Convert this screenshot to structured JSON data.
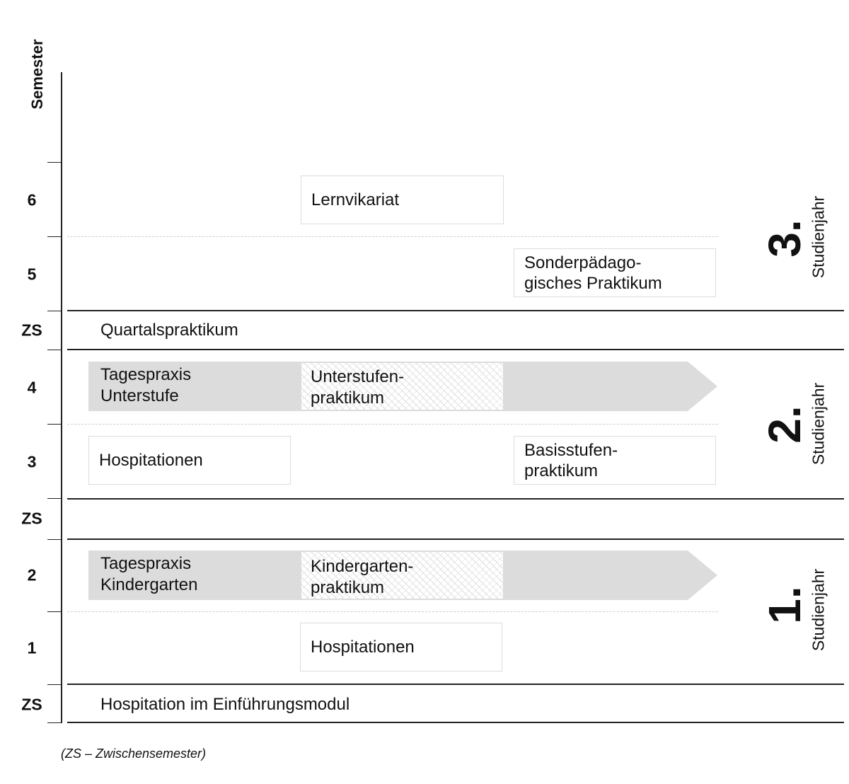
{
  "axis_title": "Semester",
  "semesters": [
    "6",
    "5",
    "ZS",
    "4",
    "3",
    "ZS",
    "2",
    "1",
    "ZS"
  ],
  "boxes": {
    "lernvikariat": "Lernvikariat",
    "sonder": "Sonderpädago-\ngisches Praktikum",
    "hospitationen_3": "Hospitationen",
    "basisstufen": "Basisstufen-\npraktikum",
    "hospitationen_1": "Hospitationen"
  },
  "rows": {
    "quartalspraktikum": "Quartalspraktikum",
    "einfuehrungsmodul": "Hospitation im Einführungsmodul"
  },
  "arrows": {
    "upper": {
      "left_label": "Tagespraxis\nUnterstufe",
      "right_label": "Unterstufen-\npraktikum"
    },
    "lower": {
      "left_label": "Tagespraxis\nKindergarten",
      "right_label": "Kindergarten-\npraktikum"
    }
  },
  "years": {
    "y3": {
      "number": "3.",
      "word": "Studienjahr"
    },
    "y2": {
      "number": "2.",
      "word": "Studienjahr"
    },
    "y1": {
      "number": "1.",
      "word": "Studienjahr"
    }
  },
  "footnote": "(ZS – Zwischensemester)",
  "colors": {
    "arrow_fill": "#dcdcdc",
    "box_border": "#dcdcdc",
    "line": "#222222"
  }
}
